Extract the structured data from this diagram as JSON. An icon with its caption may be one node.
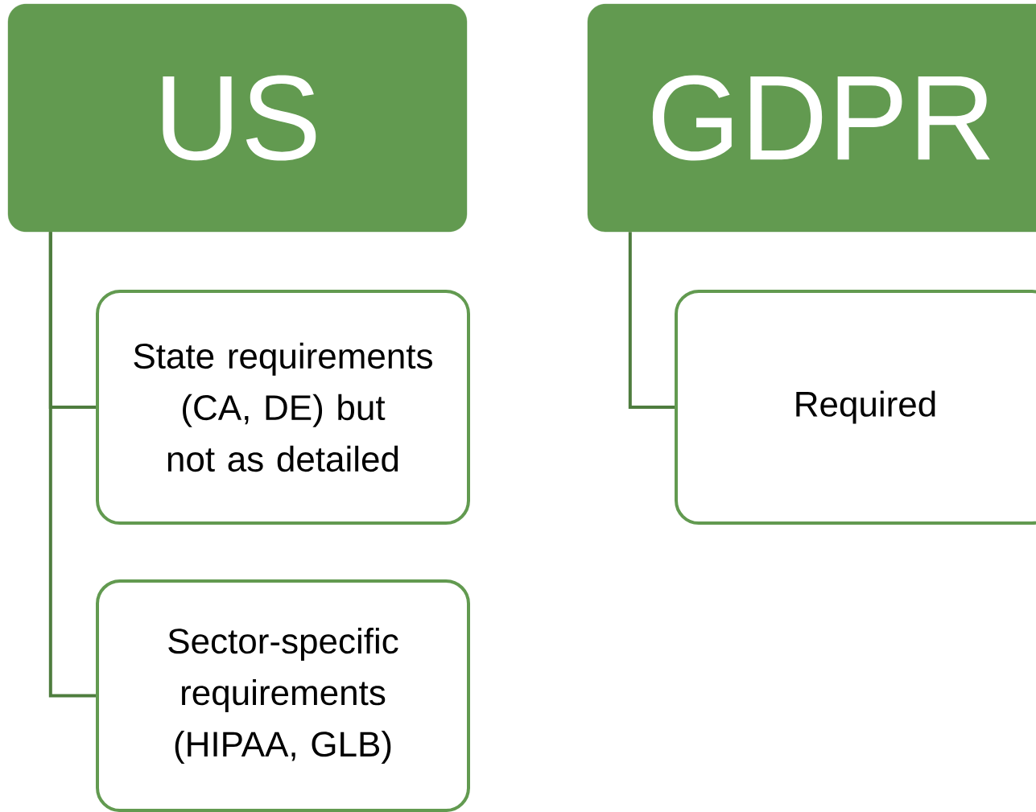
{
  "diagram": {
    "nodes": [
      {
        "text": [
          "US"
        ]
      },
      {
        "text": [
          "State requirements (CA, DE) but not as detailed"
        ]
      },
      {
        "text": [
          "Sector-specific requirements (HIPAA, GLB)"
        ]
      },
      {
        "text": [
          "GDPR"
        ]
      },
      {
        "text": [
          "Required"
        ]
      }
    ],
    "edges": [
      {
        "from": 0,
        "to": 1,
        "arrow": "none"
      },
      {
        "from": 0,
        "to": 2,
        "arrow": "none"
      },
      {
        "from": 3,
        "to": 4,
        "arrow": "none"
      }
    ]
  }
}
